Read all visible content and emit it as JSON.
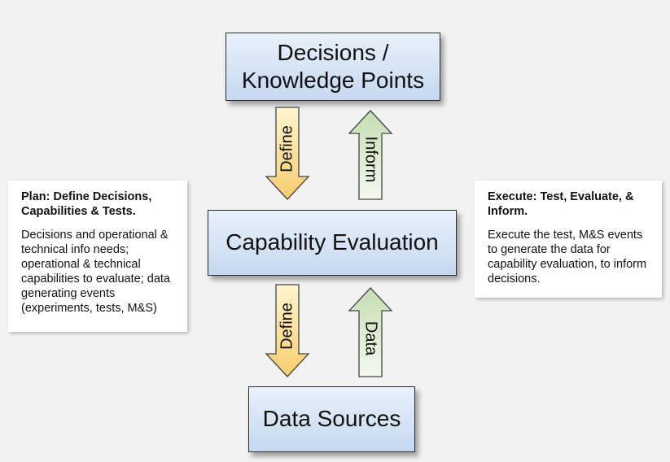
{
  "boxes": {
    "decisions": {
      "line1": "Decisions /",
      "line2": "Knowledge Points"
    },
    "capability": "Capability Evaluation",
    "data_sources": "Data Sources"
  },
  "arrows": {
    "top_down": "Define",
    "top_up": "Inform",
    "bottom_down": "Define",
    "bottom_up": "Data"
  },
  "notes": {
    "plan": {
      "heading": "Plan: Define Decisions, Capabilities & Tests.",
      "body": "Decisions and operational & technical info needs; operational & technical capabilities to evaluate; data generating events (experiments, tests, M&S)"
    },
    "execute": {
      "heading": "Execute: Test, Evaluate, & Inform.",
      "body": "Execute the test, M&S events to generate the data for capability evaluation, to inform decisions."
    }
  },
  "colors": {
    "box_fill_top": "#e9f1fb",
    "box_fill_bottom": "#c5d8ef",
    "define_arrow_top": "#fff5cf",
    "define_arrow_bottom": "#f7cd6e",
    "up_arrow_top": "#c6ddb2",
    "up_arrow_bottom": "#f4f9ef"
  }
}
